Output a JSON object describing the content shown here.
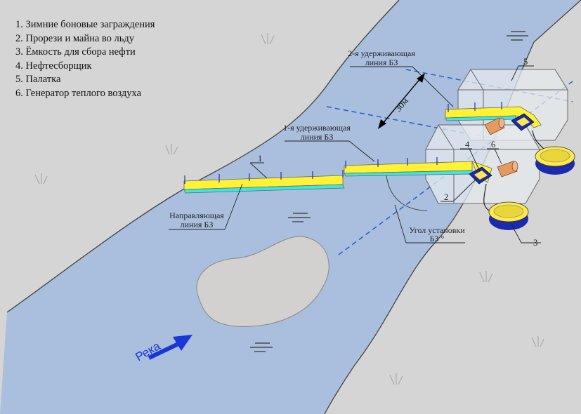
{
  "legend": {
    "items": [
      "1. Зимние боновые заграждения",
      "2. Прорези и майна во льду",
      "3. Ёмкость для сбора нефти",
      "4. Нефтесборщик",
      "5. Палатка",
      "6. Генератор теплого воздуха"
    ]
  },
  "labels": {
    "second_line_1": "2-я удерживающая",
    "second_line_2": "линия БЗ",
    "first_line_1": "1-я удерживающая",
    "first_line_2": "линия БЗ",
    "guide_1": "Направляющая",
    "guide_2": "линия БЗ",
    "angle_1": "Угол установки",
    "angle_2": "БЗ °",
    "distance": "30м",
    "river": "Река"
  },
  "callouts": {
    "n1": "1",
    "n2": "2",
    "n3": "3",
    "n4": "4",
    "n5": "5",
    "n6": "6"
  },
  "colors": {
    "bank": "#d5d5d5",
    "water": "#a9bfdd",
    "ice_island": "#d3d1cf",
    "boom_yellow": "#fff233",
    "boom_cyan": "#3ae6e6",
    "tent": "#e6eaee",
    "generator": "#e59a5f",
    "tank_yellow": "#ffe94a",
    "tank_blue": "#1b2bb0",
    "arrow_blue": "#1a35d8",
    "dash_blue": "#1f5fd0"
  }
}
